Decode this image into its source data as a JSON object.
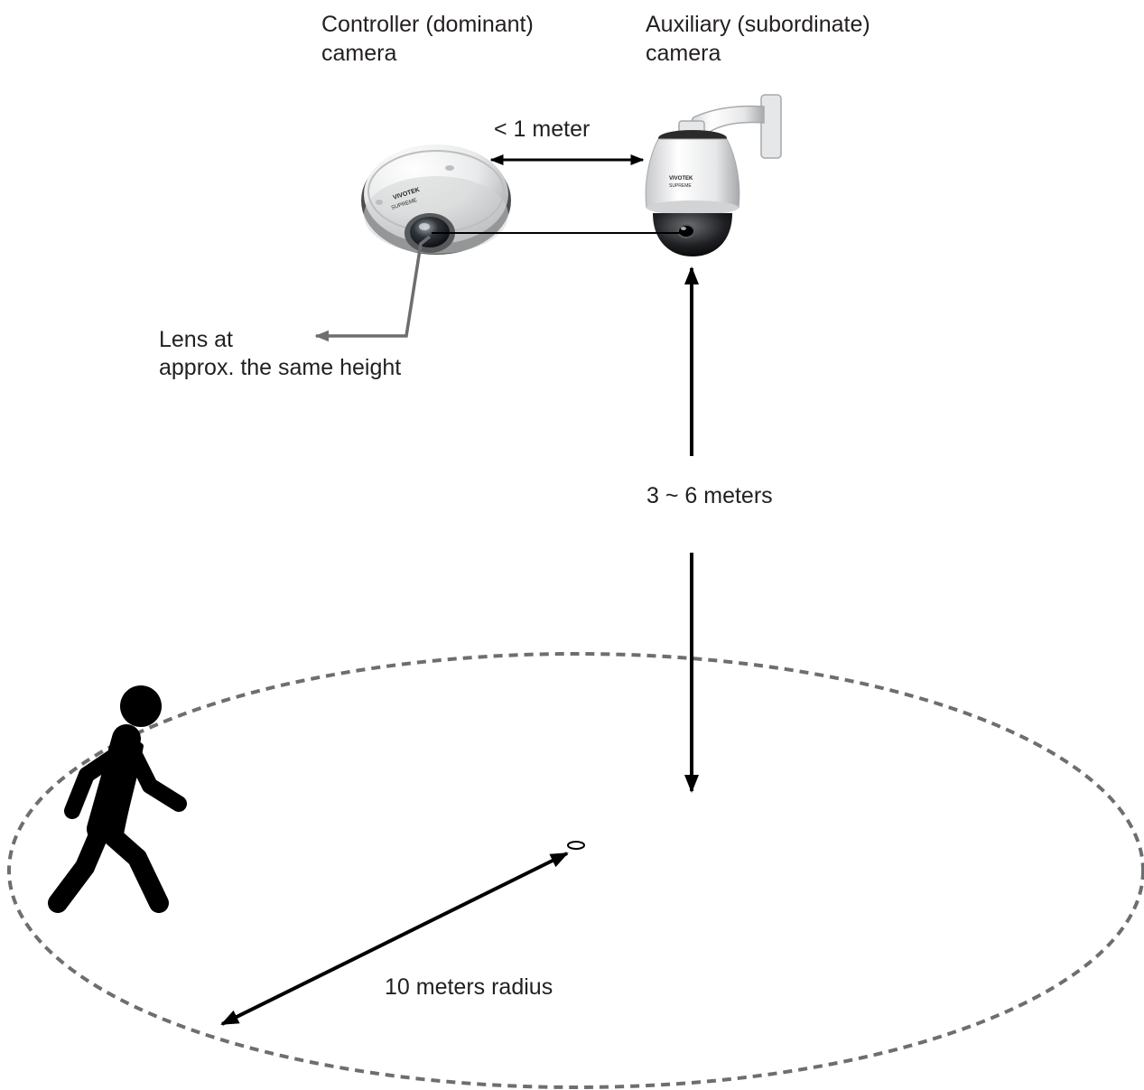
{
  "labels": {
    "controller_line1": "Controller (dominant)",
    "controller_line2": "camera",
    "auxiliary_line1": "Auxiliary (subordinate)",
    "auxiliary_line2": "camera",
    "distance_between": "< 1 meter",
    "lens_line1": "Lens at",
    "lens_line2": "approx. the same height",
    "height": "3 ~ 6 meters",
    "radius": "10 meters radius"
  },
  "brand": {
    "camera_logo_text": "VIVOTEK",
    "camera_model_text": "SUPREME"
  },
  "colors": {
    "text": "#231f20",
    "arrows": "#000000",
    "lens_pointer": "#6d6e71",
    "dashed_circle": "#6d6e71",
    "camera_body": "#e6e7e8",
    "camera_rim": "#2b2b2b"
  },
  "icons": {
    "controller_camera": "fisheye-dome-camera-icon",
    "auxiliary_camera": "ptz-speed-dome-camera-icon",
    "pedestrian": "walking-person-icon"
  }
}
